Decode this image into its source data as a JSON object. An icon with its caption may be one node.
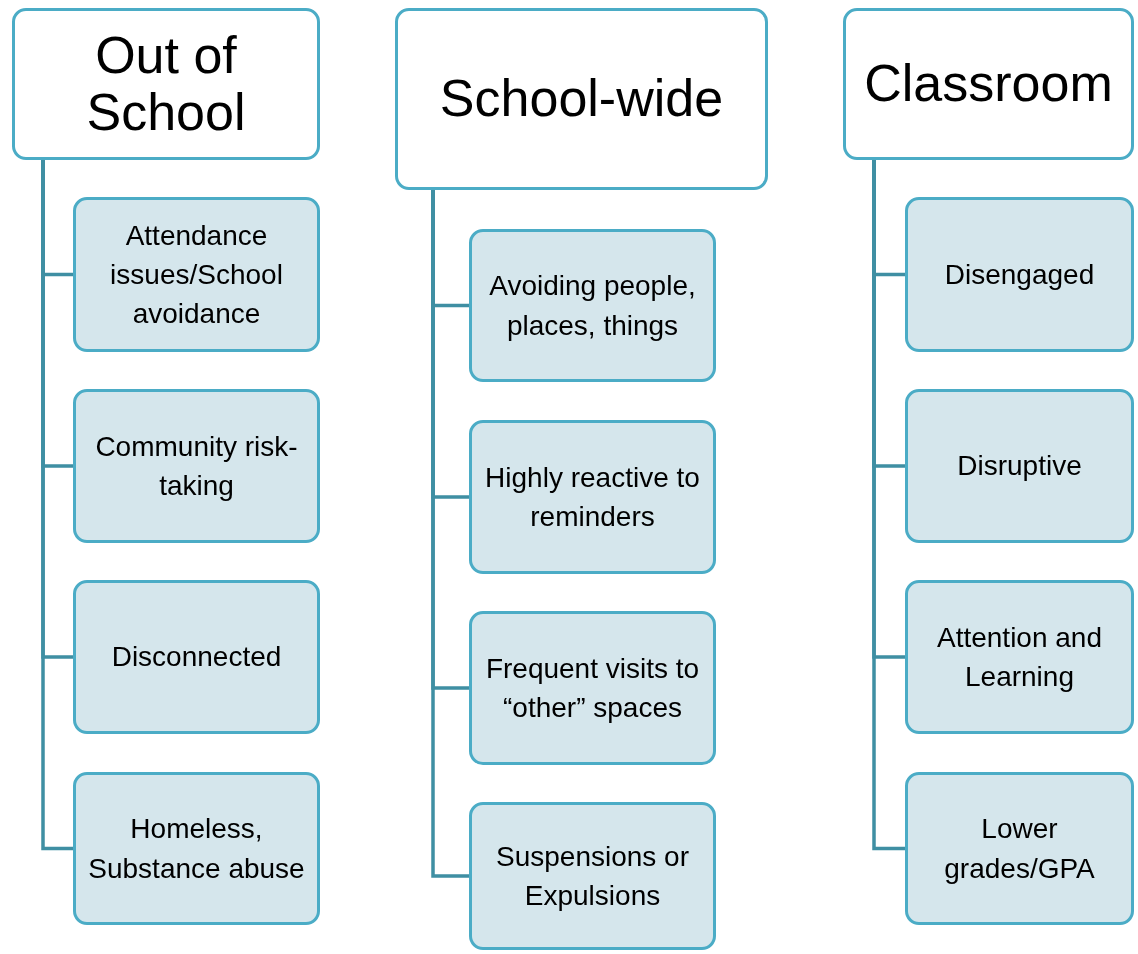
{
  "diagram": {
    "nodes": [
      {
        "text": [
          "Out of School"
        ]
      },
      {
        "text": [
          "Attendance issues/School avoidance"
        ]
      },
      {
        "text": [
          "Community risk-taking"
        ]
      },
      {
        "text": [
          "Disconnected"
        ]
      },
      {
        "text": [
          "Homeless, Substance abuse"
        ]
      },
      {
        "text": [
          "School-wide"
        ]
      },
      {
        "text": [
          "Avoiding people, places, things"
        ]
      },
      {
        "text": [
          "Highly reactive to reminders"
        ]
      },
      {
        "text": [
          "Frequent visits to “other” spaces"
        ]
      },
      {
        "text": [
          "Suspensions or Expulsions"
        ]
      },
      {
        "text": [
          "Classroom"
        ]
      },
      {
        "text": [
          "Disengaged"
        ]
      },
      {
        "text": [
          "Disruptive"
        ]
      },
      {
        "text": [
          "Attention and Learning"
        ]
      },
      {
        "text": [
          "Lower grades/GPA"
        ]
      }
    ],
    "edges": [
      {
        "from": 0,
        "to": 1,
        "arrow": "none"
      },
      {
        "from": 0,
        "to": 2,
        "arrow": "none"
      },
      {
        "from": 0,
        "to": 3,
        "arrow": "none"
      },
      {
        "from": 0,
        "to": 4,
        "arrow": "none"
      },
      {
        "from": 5,
        "to": 6,
        "arrow": "none"
      },
      {
        "from": 5,
        "to": 7,
        "arrow": "none"
      },
      {
        "from": 5,
        "to": 8,
        "arrow": "none"
      },
      {
        "from": 5,
        "to": 9,
        "arrow": "none"
      },
      {
        "from": 10,
        "to": 11,
        "arrow": "none"
      },
      {
        "from": 10,
        "to": 12,
        "arrow": "none"
      },
      {
        "from": 10,
        "to": 13,
        "arrow": "none"
      },
      {
        "from": 10,
        "to": 14,
        "arrow": "none"
      }
    ]
  }
}
